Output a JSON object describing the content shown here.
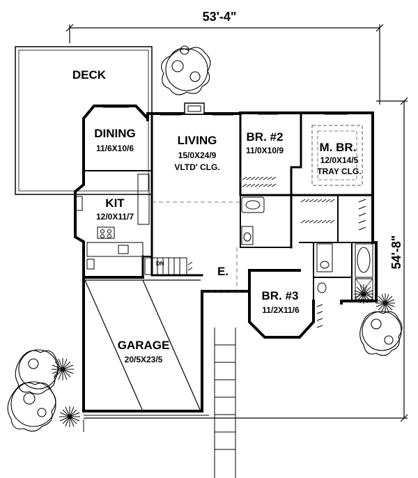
{
  "dimensions": {
    "width": "53'-4\"",
    "depth": "54'-8\""
  },
  "rooms": {
    "deck": {
      "name": "DECK"
    },
    "dining": {
      "name": "DINING",
      "size": "11/6X10/6"
    },
    "living": {
      "name": "LIVING",
      "size": "15/0X24/9",
      "note": "VLTD' CLG."
    },
    "br2": {
      "name": "BR. #2",
      "size": "11/0X10/9"
    },
    "mbr": {
      "name": "M. BR.",
      "size": "12/0X14/5",
      "note": "TRAY CLG."
    },
    "kit": {
      "name": "KIT",
      "size": "12/0X11/7"
    },
    "entry": {
      "name": "E."
    },
    "br3": {
      "name": "BR. #3",
      "size": "11/2X11/6"
    },
    "garage": {
      "name": "GARAGE",
      "size": "20/5X23/5"
    }
  },
  "stair": {
    "label": "DN"
  }
}
